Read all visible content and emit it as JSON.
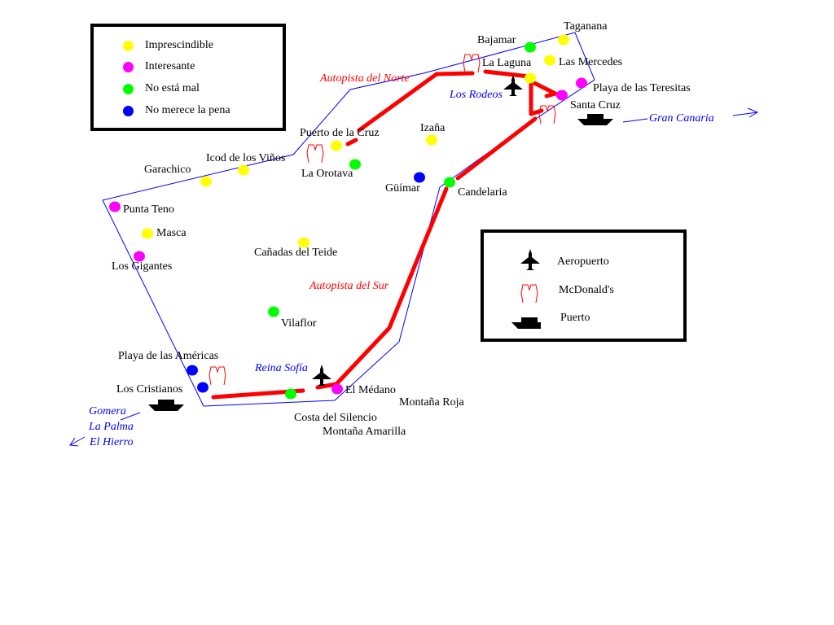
{
  "legend_categories": {
    "items": [
      {
        "label": "Imprescindible",
        "color": "#ffff00"
      },
      {
        "label": "Interesante",
        "color": "#ff00ff"
      },
      {
        "label": "No está mal",
        "color": "#00ff00"
      },
      {
        "label": "No merece la pena",
        "color": "#0000ff"
      }
    ]
  },
  "legend_icons": {
    "items": [
      {
        "icon": "airplane-icon",
        "label": "Aeropuerto"
      },
      {
        "icon": "mcdonalds-icon",
        "label": "McDonald's"
      },
      {
        "icon": "ship-icon",
        "label": "Puerto"
      }
    ]
  },
  "places": [
    {
      "name": "Taganana",
      "category": "Imprescindible"
    },
    {
      "name": "Bajamar",
      "category": "No está mal"
    },
    {
      "name": "Las Mercedes",
      "category": "Imprescindible"
    },
    {
      "name": "La Laguna",
      "category": "Imprescindible"
    },
    {
      "name": "Playa de las Teresitas",
      "category": "Interesante"
    },
    {
      "name": "Santa Cruz",
      "category": "Interesante"
    },
    {
      "name": "Puerto de la Cruz",
      "category": "Imprescindible"
    },
    {
      "name": "Izaña",
      "category": "Imprescindible"
    },
    {
      "name": "La Orotava",
      "category": "No está mal"
    },
    {
      "name": "Güímar",
      "category": "No merece la pena"
    },
    {
      "name": "Candelaria",
      "category": "No está mal"
    },
    {
      "name": "Icod de los Viños",
      "category": "Imprescindible"
    },
    {
      "name": "Garachico",
      "category": "Imprescindible"
    },
    {
      "name": "Punta Teno",
      "category": "Interesante"
    },
    {
      "name": "Masca",
      "category": "Imprescindible"
    },
    {
      "name": "Los Gigantes",
      "category": "Interesante"
    },
    {
      "name": "Cañadas del Teide",
      "category": "Imprescindible"
    },
    {
      "name": "Vilaflor",
      "category": "No está mal"
    },
    {
      "name": "Playa de las Américas",
      "category": "No merece la pena"
    },
    {
      "name": "Los Cristianos",
      "category": "No merece la pena"
    },
    {
      "name": "El Médano",
      "category": "Interesante"
    },
    {
      "name": "Costa del Silencio",
      "category": "No está mal"
    }
  ],
  "extra_labels": {
    "montana_roja": "Montaña Roja",
    "montana_amarilla": "Montaña Amarilla"
  },
  "roads": {
    "north": "Autopista del Norte",
    "south": "Autopista del Sur"
  },
  "airports": {
    "north": "Los Rodeos",
    "south": "Reina Sofía"
  },
  "ferries": {
    "gran_canaria": "Gran Canaria",
    "gomera": "Gomera",
    "la_palma": "La Palma",
    "el_hierro": "El Hierro"
  },
  "colors": {
    "Imprescindible": "#ffff00",
    "Interesante": "#ff00ff",
    "No está mal": "#00ff00",
    "No merece la pena": "#0000ff",
    "road": "#ff0000",
    "outline": "#0000ff"
  }
}
